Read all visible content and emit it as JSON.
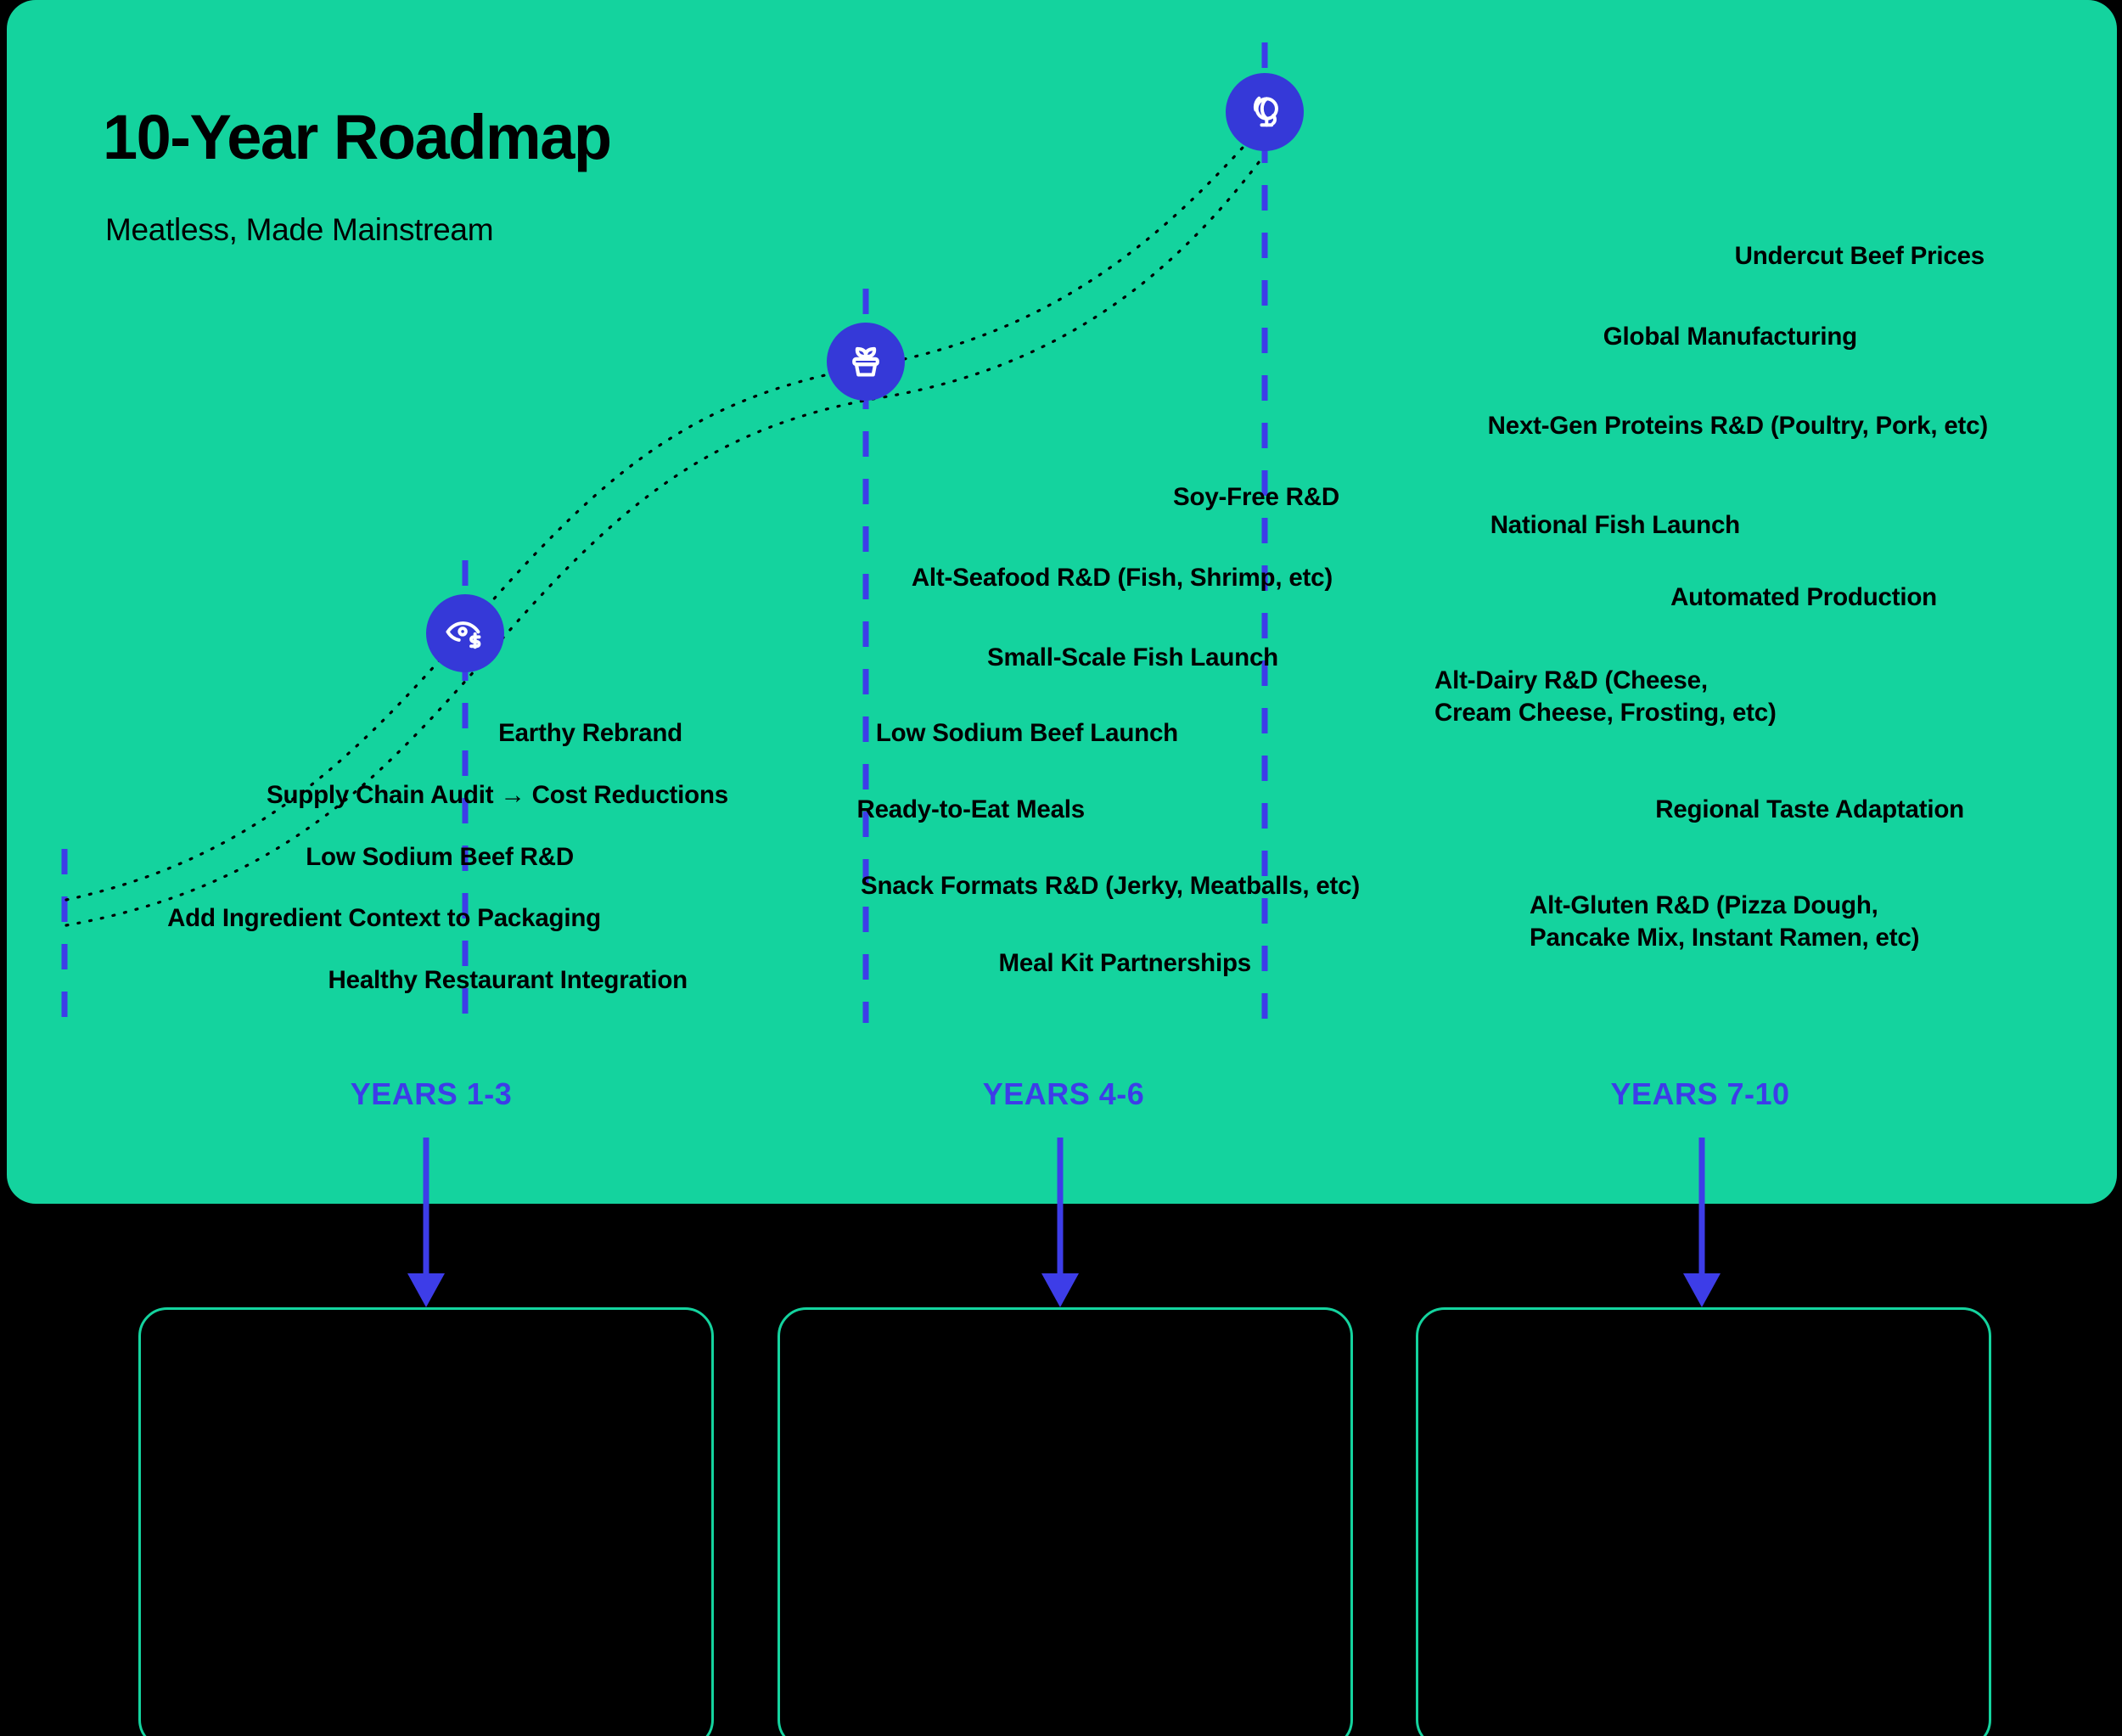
{
  "header": {
    "title": "10-Year Roadmap",
    "subtitle": "Meatless, Made Mainstream"
  },
  "colors": {
    "panel_background": "#14D39E",
    "page_background": "#000000",
    "accent_blue": "#3539D8",
    "year_label_blue": "#3D3DE8",
    "text_black": "#000000",
    "card_border_green": "#14D39E",
    "dotted_curve": "#000000"
  },
  "milestones": [
    {
      "icon": "eye-dollar-icon",
      "phase": "YEARS 1-3"
    },
    {
      "icon": "potted-plant-icon",
      "phase": "YEARS 4-6"
    },
    {
      "icon": "globe-icon",
      "phase": "YEARS 7-10"
    }
  ],
  "phases": [
    {
      "label": "YEARS 1-3",
      "items": [
        "Earthy Rebrand",
        "Supply Chain Audit → Cost Reductions",
        "Low Sodium Beef R&D",
        "Add Ingredient Context to Packaging",
        "Healthy Restaurant Integration"
      ]
    },
    {
      "label": "YEARS 4-6",
      "items": [
        "Soy-Free R&D",
        "Alt-Seafood R&D (Fish, Shrimp, etc)",
        "Small-Scale Fish Launch",
        "Low Sodium Beef Launch",
        "Ready-to-Eat Meals",
        "Snack Formats R&D (Jerky, Meatballs, etc)",
        "Meal Kit Partnerships"
      ]
    },
    {
      "label": "YEARS 7-10",
      "items": [
        "Undercut Beef Prices",
        "Global Manufacturing",
        "Next-Gen Proteins R&D (Poultry, Pork, etc)",
        "National Fish Launch",
        "Automated Production",
        "Alt-Dairy R&D (Cheese,\nCream Cheese, Frosting, etc)",
        "Regional Taste Adaptation",
        "Alt-Gluten R&D (Pizza Dough,\nPancake Mix, Instant Ramen, etc)"
      ]
    }
  ],
  "bottom_cards": [
    {
      "name": "phase-1-detail-card",
      "content": ""
    },
    {
      "name": "phase-2-detail-card",
      "content": ""
    },
    {
      "name": "phase-3-detail-card",
      "content": ""
    }
  ]
}
